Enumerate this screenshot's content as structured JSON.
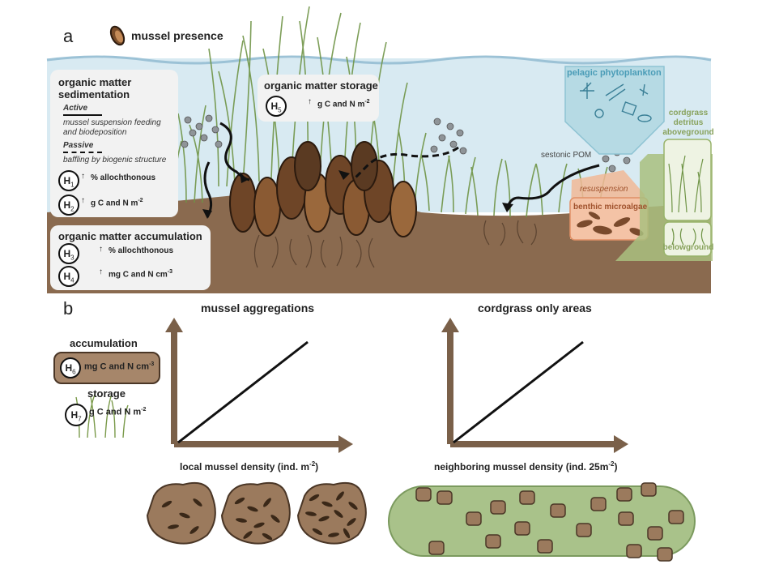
{
  "panel_a": {
    "letter": "a",
    "legend_label": "mussel presence",
    "sedimentation": {
      "title": "organic matter sedimentation",
      "active_label": "Active",
      "active_desc": "mussel suspension feeding and biodeposition",
      "passive_label": "Passive",
      "passive_desc": "baffling by biogenic structure",
      "h1_sub": "1",
      "h1_text": "% allochthonous",
      "h2_sub": "2",
      "h2_text": "g C and N m",
      "h2_sup": "-2"
    },
    "storage": {
      "title": "organic matter storage",
      "h5_sub": "5",
      "h5_text": "g C and N m",
      "h5_sup": "-2"
    },
    "accumulation": {
      "title": "organic matter accumulation",
      "h3_sub": "3",
      "h3_text": "% allochthonous",
      "h4_sub": "4",
      "h4_text": "mg C and N cm",
      "h4_sup": "-3"
    },
    "pelagic": "pelagic phytoplankton",
    "sestonic": "sestonic POM",
    "resuspension": "resuspension",
    "benthic": "benthic microalgae",
    "cordgrass_detritus": "cordgrass detritus aboveground",
    "belowground": "belowground",
    "hypothesis_letter": "H"
  },
  "panel_b": {
    "letter": "b",
    "accumulation_label": "accumulation",
    "h6_sub": "6",
    "h6_text": "mg C and N cm",
    "h6_sup": "-3",
    "storage_label": "storage",
    "h7_sub": "7",
    "h7_text": "g C and N m",
    "h7_sup": "-2",
    "left_title": "mussel aggregations",
    "right_title": "cordgrass only areas",
    "left_xlabel": "local mussel density (ind. m",
    "left_xlabel_sup": "-2",
    "left_xlabel_end": ")",
    "right_xlabel": "neighboring mussel density (ind. 25m",
    "right_xlabel_sup": "-2",
    "right_xlabel_end": ")"
  },
  "colors": {
    "water": "#d6e9f2",
    "sediment": "#8a6a4f",
    "grass": "#7a9a4a",
    "mussel": "#5a3a22",
    "panel_bg": "#f1f1f1",
    "arrow": "#7a6049",
    "algae_box": "#e9a17a",
    "cordgrass_box": "#a9c07a",
    "plankton_box": "#b7dbe4"
  }
}
